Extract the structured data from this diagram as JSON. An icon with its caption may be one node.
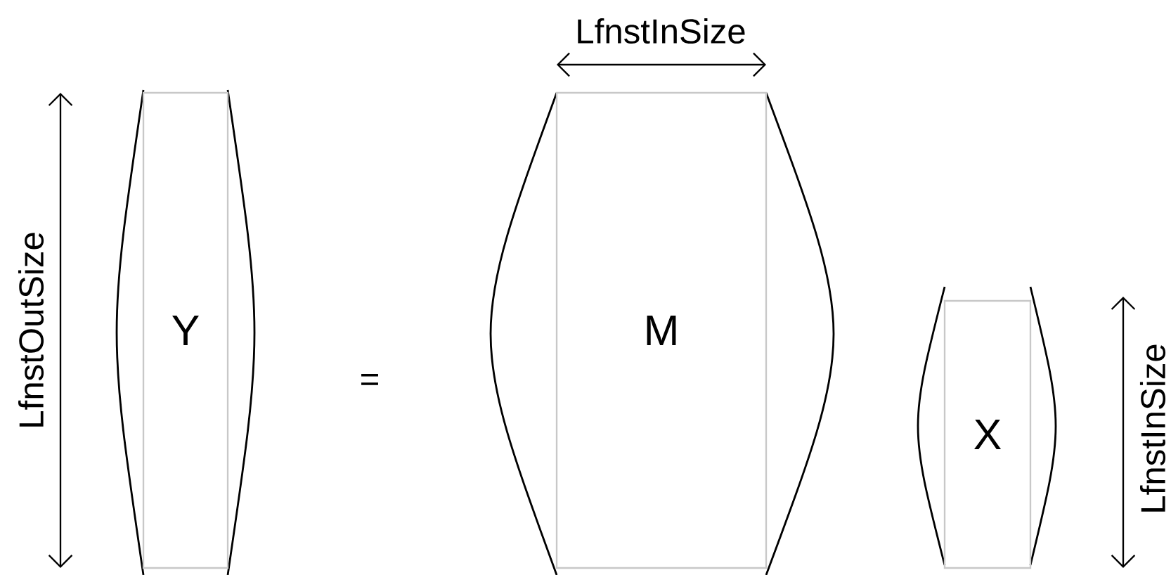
{
  "diagram": {
    "nodes": [
      {
        "text": [
          "Y"
        ]
      },
      {
        "text": [
          "M"
        ]
      },
      {
        "text": [
          "X"
        ]
      }
    ],
    "labels": [
      "LfnstInSize",
      "LfnstOutSize",
      "=",
      "LfnstInSize"
    ]
  }
}
